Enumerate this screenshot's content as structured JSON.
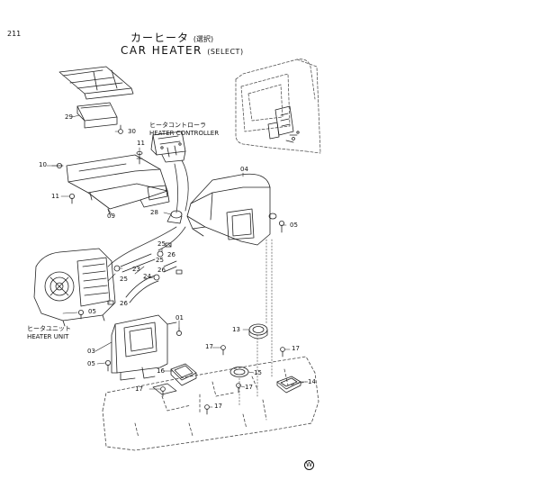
{
  "page_number": "211",
  "title_jp": "カーヒータ",
  "title_jp_sub": "(選択)",
  "title_en": "CAR HEATER",
  "title_en_sub": "(SELECT)",
  "labels": {
    "heater_controller_jp": "ヒータコントローラ",
    "heater_controller_en": "HEATER CONTROLLER",
    "heater_unit_jp": "ヒータユニット",
    "heater_unit_en": "HEATER UNIT"
  },
  "part_numbers": {
    "p29": "29",
    "p30": "30",
    "p11a": "11",
    "p10": "10",
    "p11b": "11",
    "p09": "09",
    "p04": "04",
    "p28": "28",
    "p05a": "05",
    "p25a": "25",
    "p26a": "26",
    "p25b": "25",
    "p23": "23",
    "p24": "24",
    "p26b": "26",
    "p25c": "25",
    "p26c": "26",
    "p05b": "05",
    "p01": "01",
    "p03": "03",
    "p05c": "05",
    "p13": "13",
    "p17a": "17",
    "p17b": "17",
    "p16": "16",
    "p15": "15",
    "p14": "14",
    "p17c": "17",
    "p17d": "17",
    "p17e": "17"
  },
  "corner_mark": "W"
}
